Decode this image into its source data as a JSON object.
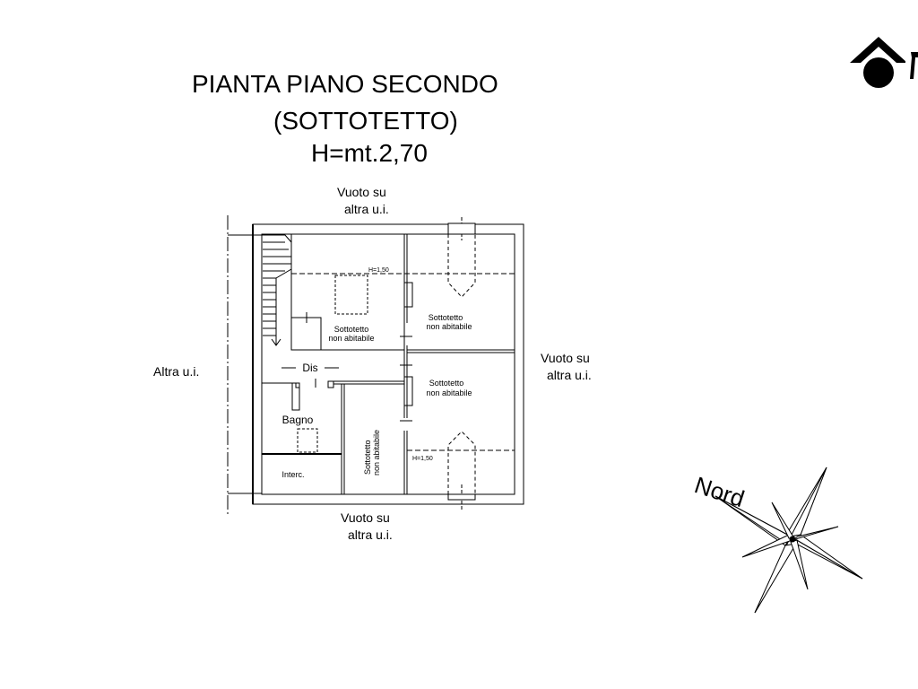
{
  "title": {
    "line1": "PIANTA PIANO SECONDO",
    "line2": "(SOTTOTETTO)",
    "line3": "H=mt.2,70"
  },
  "surroundings": {
    "top_line1": "Vuoto su",
    "top_line2": "altra u.i.",
    "right_line1": "Vuoto su",
    "right_line2": "altra u.i.",
    "bottom_line1": "Vuoto su",
    "bottom_line2": "altra u.i.",
    "left": "Altra u.i."
  },
  "rooms": {
    "sottotetto_word": "Sottotetto",
    "sottotetto_lower": "Sottotetto",
    "non_abitabile": "non abitabile",
    "dis": "Dis",
    "bagno": "Bagno",
    "interc": "Interc."
  },
  "heights": {
    "top": "H=1,50",
    "bottom": "H=1,50"
  },
  "compass": {
    "label": "Nord"
  },
  "logo": {
    "icon": "house-logo-icon"
  }
}
